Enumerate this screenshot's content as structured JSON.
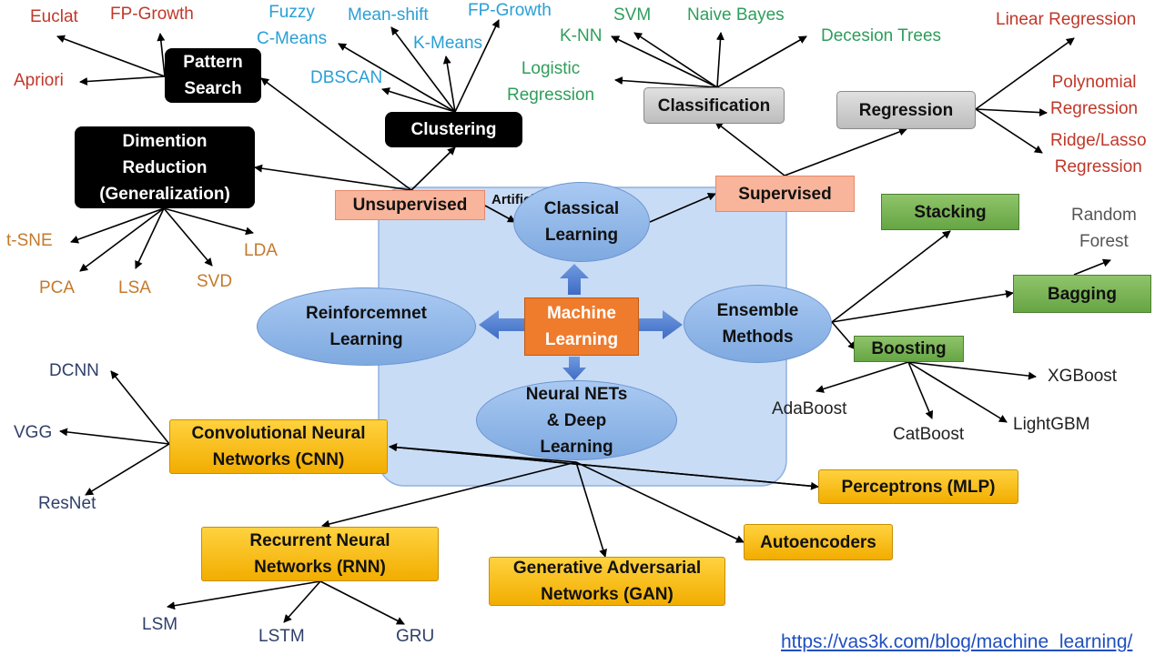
{
  "colors": {
    "red": "#c0382a",
    "blue": "#2a9fd6",
    "green": "#2e9e5b",
    "brown": "#c47a2c",
    "navy": "#2f3f6a",
    "dark": "#222222",
    "gray": "#555555",
    "line": "#000000"
  },
  "center": {
    "panel_title": "Artificial Intelligence",
    "machine_learning": "Machine\nLearning",
    "classical": "Classical\nLearning",
    "reinforcement": "Reinforcemnet\nLearning",
    "ensemble": "Ensemble\nMethods",
    "neural": "Neural NETs\n& Deep\nLearning"
  },
  "unsupervised": {
    "label": "Unsupervised",
    "pattern_search": "Pattern\nSearch",
    "clustering": "Clustering",
    "dimension_reduction": "Dimention\nReduction\n(Generalization)",
    "pattern_items": [
      "Euclat",
      "FP-Growth",
      "Apriori"
    ],
    "clustering_items": [
      "Fuzzy\nC-Means",
      "Mean-shift",
      "FP-Growth",
      "K-Means",
      "DBSCAN"
    ],
    "dimension_items": [
      "t-SNE",
      "PCA",
      "LSA",
      "SVD",
      "LDA"
    ]
  },
  "supervised": {
    "label": "Supervised",
    "classification": "Classification",
    "regression": "Regression",
    "classification_items": [
      "SVM",
      "Naive Bayes",
      "K-NN",
      "Decesion Trees",
      "Logistic\nRegression"
    ],
    "regression_items": [
      "Linear Regression",
      "Polynomial\nRegression",
      "Ridge/Lasso\nRegression"
    ]
  },
  "ensemble": {
    "stacking": "Stacking",
    "bagging": "Bagging",
    "boosting": "Boosting",
    "bagging_items": [
      "Random\nForest"
    ],
    "boosting_items": [
      "XGBoost",
      "AdaBoost",
      "CatBoost",
      "LightGBM"
    ]
  },
  "neural": {
    "cnn": "Convolutional Neural\nNetworks (CNN)",
    "rnn": "Recurrent Neural\nNetworks (RNN)",
    "gan": "Generative Adversarial\nNetworks (GAN)",
    "mlp": "Perceptrons (MLP)",
    "autoencoders": "Autoencoders",
    "cnn_items": [
      "DCNN",
      "VGG",
      "ResNet"
    ],
    "rnn_items": [
      "LSM",
      "LSTM",
      "GRU"
    ]
  },
  "footer": {
    "link": "https://vas3k.com/blog/machine_learning/"
  }
}
